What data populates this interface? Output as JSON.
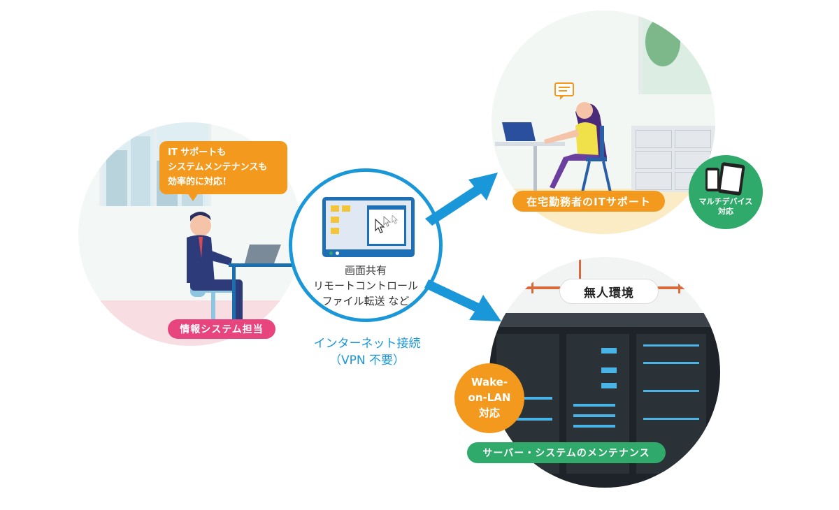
{
  "left": {
    "bubble_lines": [
      "IT サポートも",
      "システムメンテナンスも",
      "効率的に対応！"
    ],
    "label": "情報システム担当",
    "colors": {
      "bubble": "#f39a1e",
      "label": "#e8457e"
    }
  },
  "center": {
    "features": [
      "画面共有",
      "リモートコントロール",
      "ファイル転送 など"
    ],
    "connection_line1": "インターネット接続",
    "connection_line2": "（VPN 不要）",
    "colors": {
      "ring": "#1a97d9"
    }
  },
  "top_right": {
    "label": "在宅勤務者のITサポート",
    "badge_line1": "マルチデバイス",
    "badge_line2": "対応",
    "colors": {
      "label": "#f39a1e",
      "badge": "#2faa6b"
    }
  },
  "bottom_right": {
    "banner": "無人環境",
    "wol_line1": "Wake-",
    "wol_line2": "on-LAN",
    "wol_line3": "対応",
    "label": "サーバー・システムのメンテナンス",
    "colors": {
      "wol": "#f39a1e",
      "label": "#2faa6b"
    }
  },
  "icons": {
    "arrows": "arrow-right-icon",
    "speech": "speech-bubble-icon",
    "devices": "tablet-phone-icon",
    "cursor": "cursor-icon"
  }
}
